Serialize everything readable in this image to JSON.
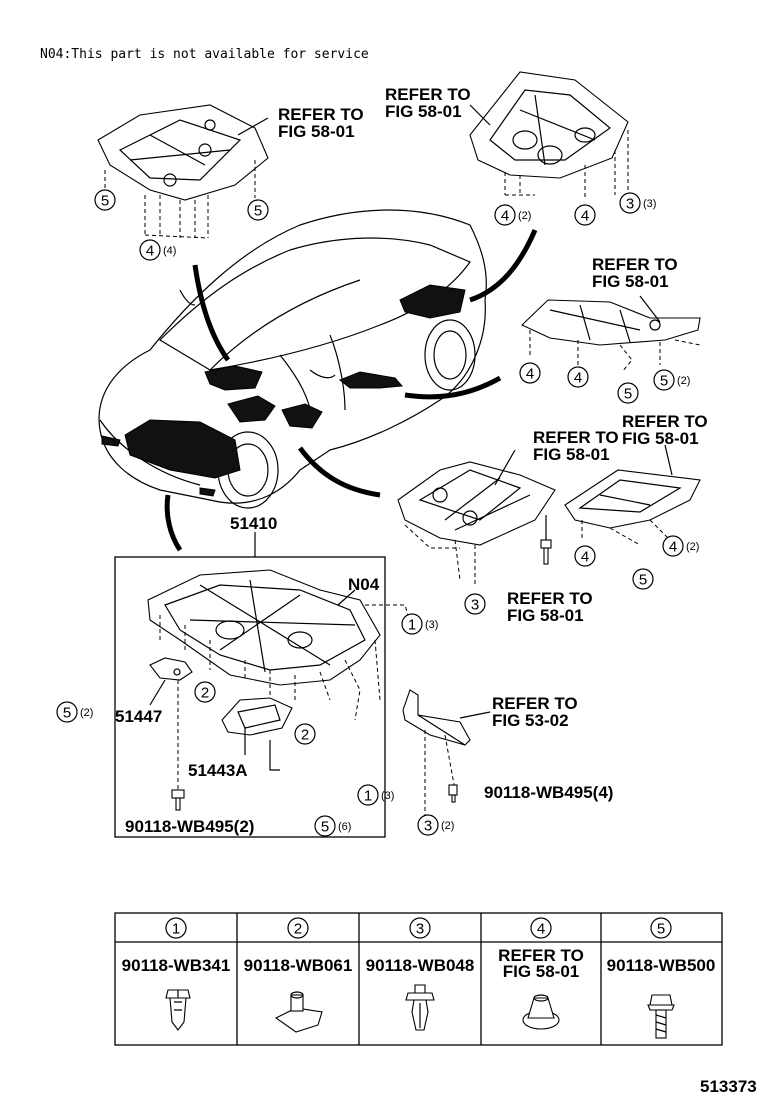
{
  "note": "N04:This part is not available for service",
  "diagram_id": "513373",
  "refs": {
    "r1": [
      "REFER TO",
      "FIG 58-01"
    ],
    "r2": [
      "REFER TO",
      "FIG 58-01"
    ],
    "r3": [
      "REFER TO",
      "FIG 58-01"
    ],
    "r4": [
      "REFER TO",
      "FIG 58-01"
    ],
    "r5": [
      "REFER TO",
      "FIG 58-01"
    ],
    "r6": [
      "REFER TO",
      "FIG 58-01"
    ],
    "r7": [
      "REFER TO",
      "FIG 53-02"
    ]
  },
  "parts": {
    "p51410": "51410",
    "n04": "N04",
    "p51447": "51447",
    "p51443a": "51443A",
    "bolt_a": "90118-WB495(2)",
    "bolt_b": "90118-WB495(4)"
  },
  "callouts": [
    {
      "n": "5",
      "q": ""
    },
    {
      "n": "5",
      "q": ""
    },
    {
      "n": "4",
      "q": "(4)"
    },
    {
      "n": "4",
      "q": "(2)"
    },
    {
      "n": "4",
      "q": ""
    },
    {
      "n": "3",
      "q": "(3)"
    },
    {
      "n": "4",
      "q": ""
    },
    {
      "n": "4",
      "q": ""
    },
    {
      "n": "5",
      "q": ""
    },
    {
      "n": "5",
      "q": "(2)"
    },
    {
      "n": "4",
      "q": ""
    },
    {
      "n": "4",
      "q": "(2)"
    },
    {
      "n": "5",
      "q": ""
    },
    {
      "n": "3",
      "q": ""
    },
    {
      "n": "1",
      "q": "(3)"
    },
    {
      "n": "2",
      "q": ""
    },
    {
      "n": "2",
      "q": ""
    },
    {
      "n": "5",
      "q": "(2)"
    },
    {
      "n": "1",
      "q": "(3)"
    },
    {
      "n": "5",
      "q": "(6)"
    },
    {
      "n": "3",
      "q": "(2)"
    }
  ],
  "legend": [
    {
      "n": "1",
      "part": "90118-WB341"
    },
    {
      "n": "2",
      "part": "90118-WB061"
    },
    {
      "n": "3",
      "part": "90118-WB048"
    },
    {
      "n": "4",
      "part": "REFER TO\nFIG 58-01",
      "lines": [
        "REFER TO",
        "FIG 58-01"
      ]
    },
    {
      "n": "5",
      "part": "90118-WB500"
    }
  ]
}
